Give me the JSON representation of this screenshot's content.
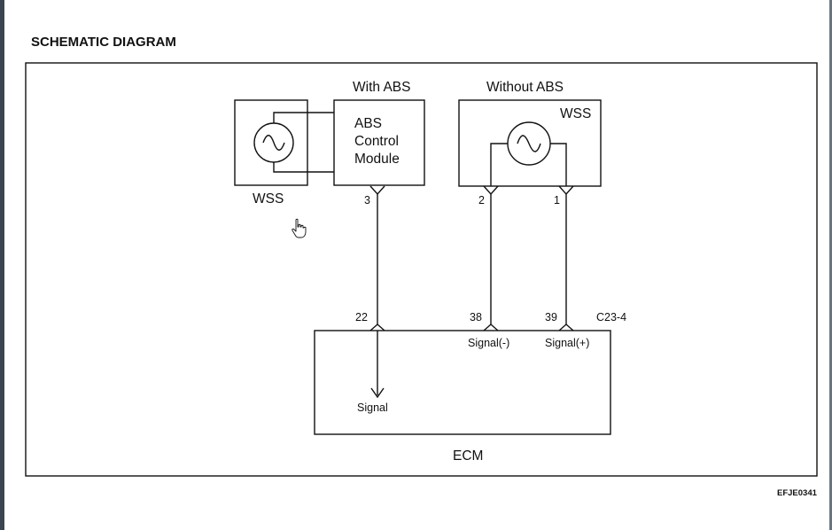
{
  "header": {
    "title": "SCHEMATIC DIAGRAM"
  },
  "groups": {
    "with_abs": "With ABS",
    "without_abs": "Without ABS"
  },
  "components": {
    "wss_left": "WSS",
    "abs_module": [
      "ABS",
      "Control",
      "Module"
    ],
    "wss_right": "WSS",
    "ecm": "ECM"
  },
  "pins": {
    "abs_3": "3",
    "wss_2": "2",
    "wss_1": "1",
    "ecm_22": "22",
    "ecm_38": "38",
    "ecm_39": "39"
  },
  "connector": "C23-4",
  "ecm_signals": {
    "signal_minus": "Signal(-)",
    "signal_plus": "Signal(+)",
    "signal": "Signal"
  },
  "figure_code": "EFJE0341",
  "icons": [
    "sine-wave-icon",
    "sine-wave-icon",
    "hand-cursor-icon"
  ]
}
